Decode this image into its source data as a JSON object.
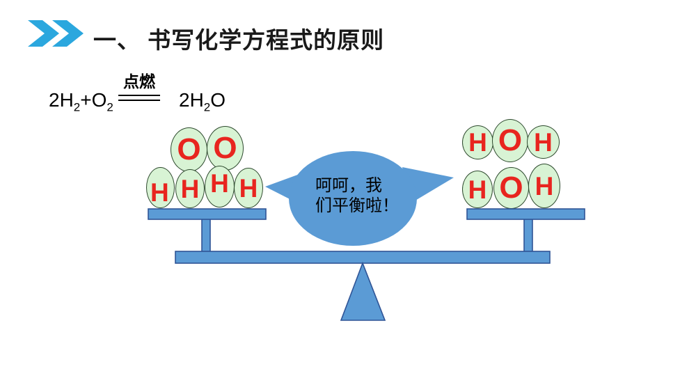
{
  "slide": {
    "background": "#FFFFFF",
    "title": "一、 书写化学方程式的原则",
    "title_color": "#1A1A1A"
  },
  "icons": {
    "double_chevron": {
      "name": "double-chevron-right",
      "color": "#2BA7DE"
    }
  },
  "equation": {
    "lhs_1": "2H",
    "lhs_1_sub": "2",
    "lhs_2": "+O",
    "lhs_2_sub": "2",
    "condition": "点燃",
    "rhs_1": "2H",
    "rhs_1_sub": "2",
    "rhs_2": "O",
    "text_color": "#000000"
  },
  "balance": {
    "shape_fill": "#5B9BD5",
    "shape_outline": "#2F5496",
    "left_pan": {
      "atoms": [
        {
          "label": "O"
        },
        {
          "label": "O"
        },
        {
          "label": "H"
        },
        {
          "label": "H"
        },
        {
          "label": "H"
        },
        {
          "label": "H"
        }
      ]
    },
    "right_pan": {
      "atoms": [
        {
          "label": "H"
        },
        {
          "label": "O"
        },
        {
          "label": "H"
        },
        {
          "label": "H"
        },
        {
          "label": "O"
        },
        {
          "label": "H"
        }
      ]
    }
  },
  "atom_style": {
    "fill": "#D8F3D4",
    "outline": "#2E4A2E",
    "letter_color": "#E8251F"
  },
  "speech_bubble": {
    "fill": "#5B9BD5",
    "text_color": "#000000",
    "line1": "呵呵，我",
    "line2": "们平衡啦！"
  }
}
